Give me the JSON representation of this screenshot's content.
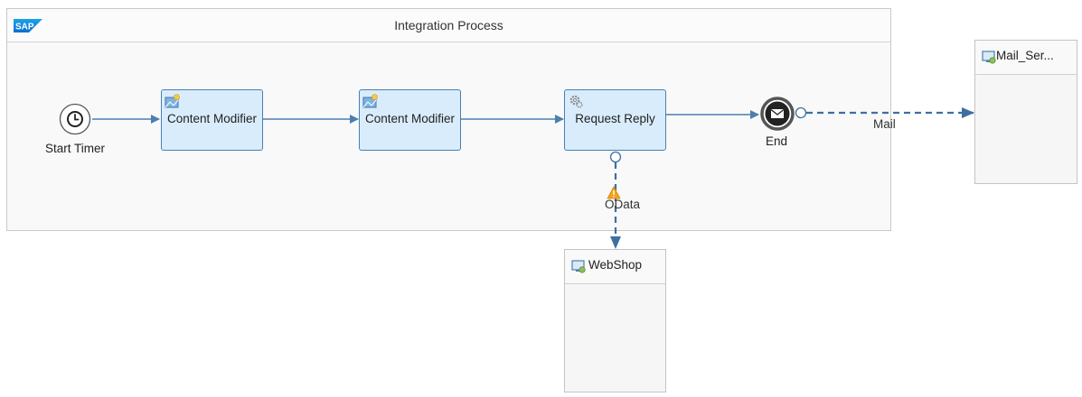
{
  "process": {
    "title": "Integration Process",
    "logo_text": "SAP"
  },
  "steps": [
    {
      "id": "content-modifier-1",
      "label": "Content Modifier",
      "icon": "content-modifier-icon"
    },
    {
      "id": "content-modifier-2",
      "label": "Content Modifier",
      "icon": "content-modifier-icon"
    },
    {
      "id": "request-reply",
      "label": "Request Reply",
      "icon": "gear-icon"
    }
  ],
  "events": {
    "start": {
      "label": "Start Timer",
      "icon": "clock-icon"
    },
    "end": {
      "label": "End",
      "icon": "envelope-icon"
    }
  },
  "participants": {
    "mail": {
      "label": "Mail_Ser..."
    },
    "webshop": {
      "label": "WebShop"
    }
  },
  "connections": {
    "mail": {
      "label": "Mail"
    },
    "odata": {
      "label": "OData",
      "status": "warning-icon"
    }
  },
  "colors": {
    "flow": "#4a7fb0",
    "task_fill": "#d9ecfb",
    "warning": "#f0a31a"
  }
}
